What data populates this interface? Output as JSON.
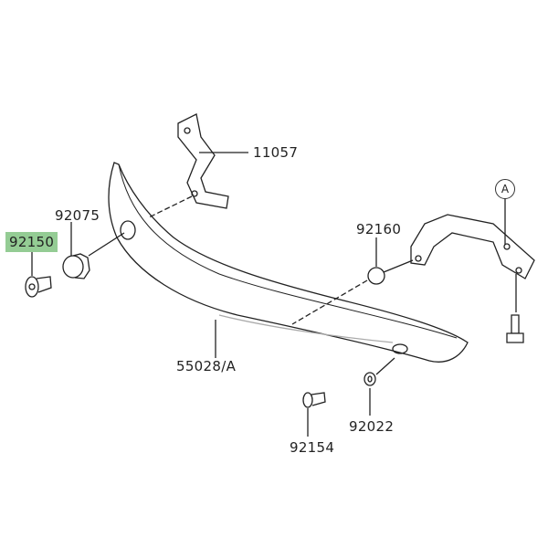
{
  "diagram": {
    "parts": [
      {
        "id": "11057"
      },
      {
        "id": "92075"
      },
      {
        "id": "92150",
        "highlighted": true
      },
      {
        "id": "92160"
      },
      {
        "id": "55028/A"
      },
      {
        "id": "92022"
      },
      {
        "id": "92154"
      }
    ],
    "reference_marker": "A",
    "highlight_color": "#94cc94"
  }
}
